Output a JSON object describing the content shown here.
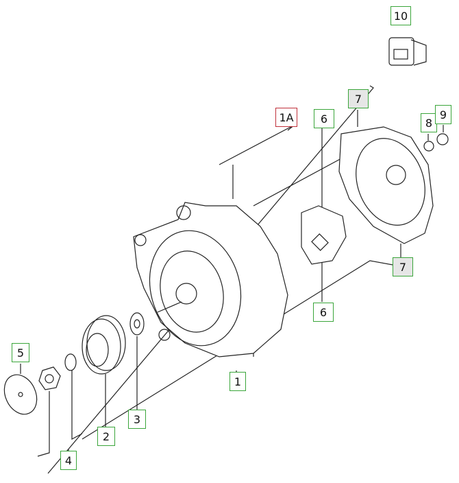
{
  "callouts": {
    "c10": "10",
    "c1A": "1A",
    "c6a": "6",
    "c7a": "7",
    "c8": "8",
    "c9": "9",
    "c7b": "7",
    "c6b": "6",
    "c1": "1",
    "c5": "5",
    "c3": "3",
    "c2": "2",
    "c4": "4"
  },
  "colors": {
    "callout_border": "#3aa53a",
    "highlight_border": "#c0303a"
  }
}
